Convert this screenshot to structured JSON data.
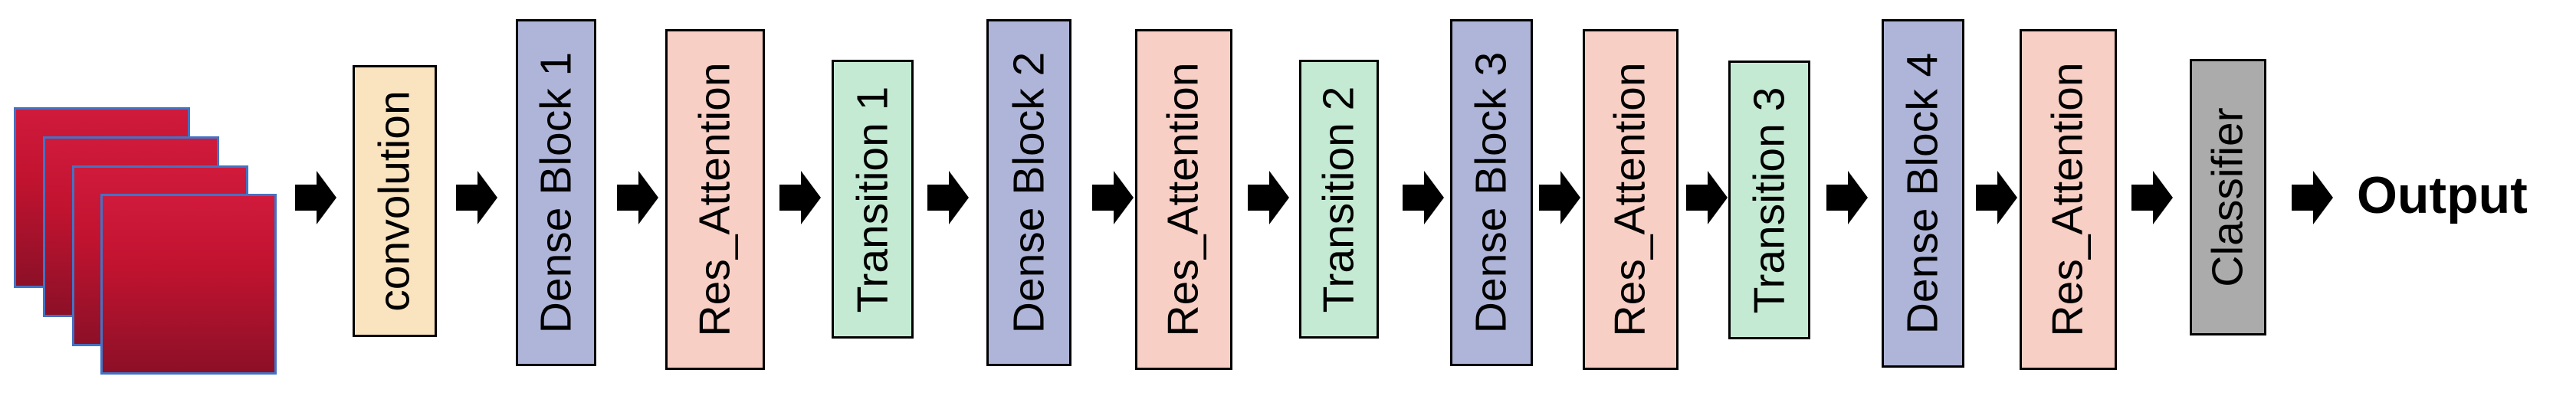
{
  "diagram": {
    "input_stack": {
      "name": "input image stack",
      "layer_count": 4,
      "fill_top_color": "#d01a3c",
      "fill_bottom_color": "#8c1027",
      "border_color": "#4472c4"
    },
    "nodes": [
      {
        "label": "convolution",
        "type": "convolution",
        "color": "#fae4c0"
      },
      {
        "label": "Dense Block 1",
        "type": "dense",
        "color": "#aeb5d8"
      },
      {
        "label": "Res_Attention",
        "type": "attention",
        "color": "#f8cfc5"
      },
      {
        "label": "Transition 1",
        "type": "transition",
        "color": "#c5ead3"
      },
      {
        "label": "Dense Block 2",
        "type": "dense",
        "color": "#aeb5d8"
      },
      {
        "label": "Res_Attention",
        "type": "attention",
        "color": "#f8cfc5"
      },
      {
        "label": "Transition 2",
        "type": "transition",
        "color": "#c5ead3"
      },
      {
        "label": "Dense Block 3",
        "type": "dense",
        "color": "#aeb5d8"
      },
      {
        "label": "Res_Attention",
        "type": "attention",
        "color": "#f8cfc5"
      },
      {
        "label": "Transition 3",
        "type": "transition",
        "color": "#c5ead3"
      },
      {
        "label": "Dense Block 4",
        "type": "dense",
        "color": "#aeb5d8"
      },
      {
        "label": "Res_Attention",
        "type": "attention",
        "color": "#f8cfc5"
      },
      {
        "label": "Classifier",
        "type": "classifier",
        "color": "#ababab"
      }
    ],
    "output_label": "Output",
    "arrow": {
      "glyph": "➡",
      "color": "#000000"
    },
    "box_border_color": "#000000",
    "text_color": "#000000",
    "background_color": "#ffffff"
  }
}
